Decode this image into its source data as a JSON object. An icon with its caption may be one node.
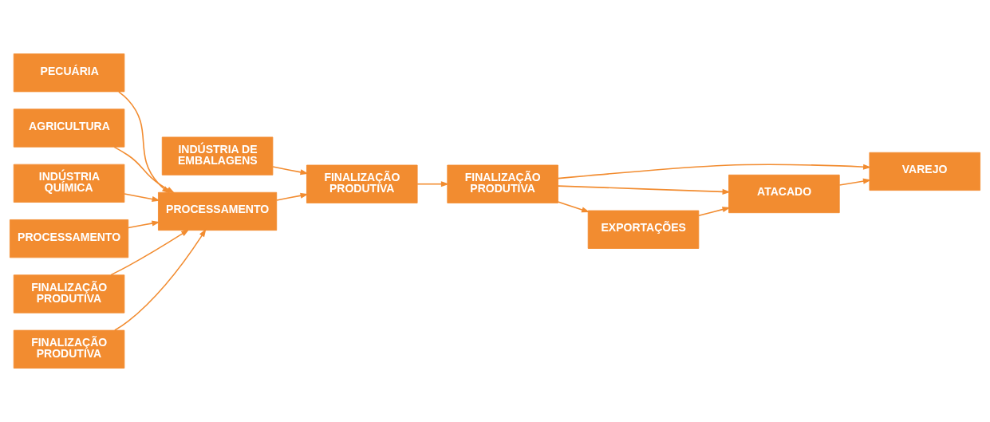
{
  "diagram": {
    "nodes": [
      {
        "text": [
          "INDÚSTRIA DE EMBALAGENS"
        ]
      },
      {
        "text": [
          "PECUÁRIA"
        ]
      },
      {
        "text": [
          "AGRICULTURA"
        ]
      },
      {
        "text": [
          "INDÚSTRIA QUÍMICA"
        ]
      },
      {
        "text": [
          "PROCESSAMENTO"
        ]
      },
      {
        "text": [
          "FINALIZAÇÃO PRODUTIVA"
        ]
      },
      {
        "text": [
          "FINALIZAÇÃO PRODUTIVA"
        ]
      },
      {
        "text": [
          "VAREJO"
        ]
      },
      {
        "text": [
          "ATACADO"
        ]
      },
      {
        "text": [
          "EXPORTAÇÕES"
        ]
      },
      {
        "text": [
          "PROCESSAMENTO"
        ]
      },
      {
        "text": [
          "FINALIZAÇÃO PRODUTIVA"
        ]
      },
      {
        "text": [
          "FINALIZAÇÃO PRODUTIVA"
        ]
      }
    ],
    "edges": [
      {
        "from": 1,
        "to": 4,
        "arrow": "to"
      },
      {
        "from": 2,
        "to": 4,
        "arrow": "to"
      },
      {
        "from": 3,
        "to": 4,
        "arrow": "to"
      },
      {
        "from": 10,
        "to": 4,
        "arrow": "to"
      },
      {
        "from": 11,
        "to": 4,
        "arrow": "to"
      },
      {
        "from": 12,
        "to": 4,
        "arrow": "to"
      },
      {
        "from": 4,
        "to": 5,
        "arrow": "to"
      },
      {
        "from": 0,
        "to": 5,
        "arrow": "to"
      },
      {
        "from": 5,
        "to": 6,
        "arrow": "to"
      },
      {
        "from": 6,
        "to": 7,
        "arrow": "to"
      },
      {
        "from": 6,
        "to": 8,
        "arrow": "to"
      },
      {
        "from": 6,
        "to": 9,
        "arrow": "to"
      },
      {
        "from": 8,
        "to": 7,
        "arrow": "to"
      },
      {
        "from": 9,
        "to": 8,
        "arrow": "to"
      }
    ]
  }
}
